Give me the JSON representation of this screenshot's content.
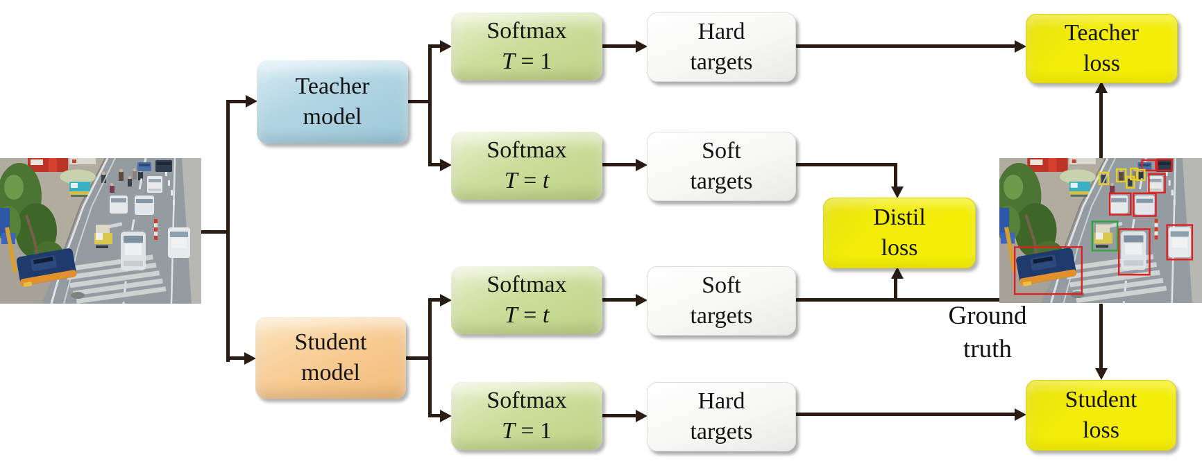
{
  "nodes": {
    "teacher_model": {
      "line1": "Teacher",
      "line2": "model"
    },
    "student_model": {
      "line1": "Student",
      "line2": "model"
    },
    "softmax_teacher_t1": {
      "line1": "Softmax",
      "var": "T",
      "eq": " = ",
      "val": "1"
    },
    "softmax_teacher_tt": {
      "line1": "Softmax",
      "var": "T",
      "eq": " = ",
      "val": "t"
    },
    "softmax_student_tt": {
      "line1": "Softmax",
      "var": "T",
      "eq": " = ",
      "val": "t"
    },
    "softmax_student_t1": {
      "line1": "Softmax",
      "var": "T",
      "eq": " = ",
      "val": "1"
    },
    "hard_targets_teacher": {
      "line1": "Hard",
      "line2": "targets"
    },
    "soft_targets_teacher": {
      "line1": "Soft",
      "line2": "targets"
    },
    "soft_targets_student": {
      "line1": "Soft",
      "line2": "targets"
    },
    "hard_targets_student": {
      "line1": "Hard",
      "line2": "targets"
    },
    "teacher_loss": {
      "line1": "Teacher",
      "line2": "loss"
    },
    "distil_loss": {
      "line1": "Distil",
      "line2": "loss"
    },
    "student_loss": {
      "line1": "Student",
      "line2": "loss"
    }
  },
  "labels": {
    "ground_truth_line1": "Ground",
    "ground_truth_line2": "truth"
  },
  "colors": {
    "teacher_model_fill": "#a9cfdf",
    "student_model_fill": "#f6c890",
    "softmax_fill": "#c9da96",
    "targets_fill": "#f7f7f5",
    "loss_fill": "#f2ec08",
    "connector": "#2a1c12",
    "bbox_vehicle": "#e02020",
    "bbox_person": "#e8d022",
    "bbox_cart": "#2ea43a"
  }
}
